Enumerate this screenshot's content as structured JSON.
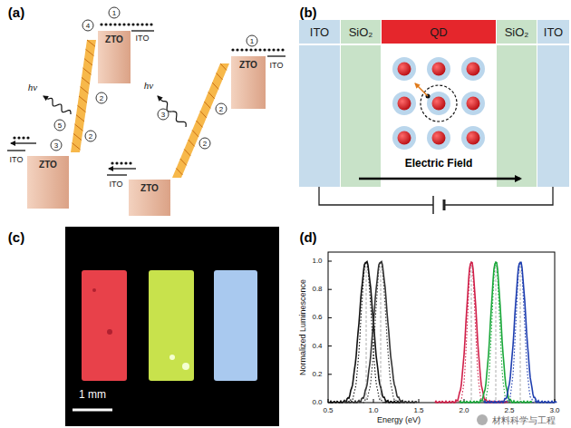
{
  "diagram": {
    "nodes": [
      {
        "text": [
          "ZTO"
        ]
      },
      {
        "text": [
          "ZTO"
        ]
      },
      {
        "text": [
          "ZTO"
        ]
      },
      {
        "text": [
          "ZTO"
        ]
      },
      {
        "text": [
          "ITO"
        ]
      },
      {
        "text": [
          "SiO₂"
        ]
      },
      {
        "text": [
          "QD"
        ]
      },
      {
        "text": [
          "SiO₂"
        ]
      },
      {
        "text": [
          "ITO"
        ]
      }
    ],
    "labels": [
      "(a)",
      "(b)",
      "(c)",
      "(d)",
      "ITO",
      "ITO",
      "ITO",
      "ITO",
      "hν",
      "hν",
      "1",
      "4",
      "2",
      "2",
      "5",
      "3",
      "1",
      "3",
      "2",
      "2",
      "Electric Field",
      "1 mm",
      "Normalized Luminescence",
      "Energy (eV)",
      "0.0",
      "0.2",
      "0.4",
      "0.6",
      "0.8",
      "1.0",
      "0.5",
      "1.0",
      "1.5",
      "2.0",
      "2.5",
      "3.0",
      "材料科学与工程"
    ]
  }
}
